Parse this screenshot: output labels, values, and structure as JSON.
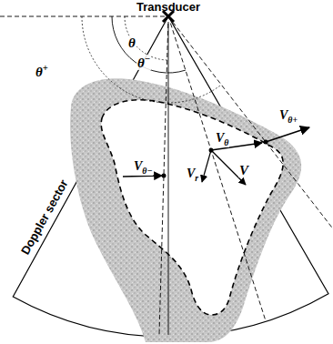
{
  "diagram": {
    "labels": [
      "Transducer",
      "θ",
      "θ−",
      "θ+",
      "Doppler sector",
      "Vθ−",
      "Vθ",
      "Vθ+",
      "Vr",
      "V⃗"
    ]
  }
}
